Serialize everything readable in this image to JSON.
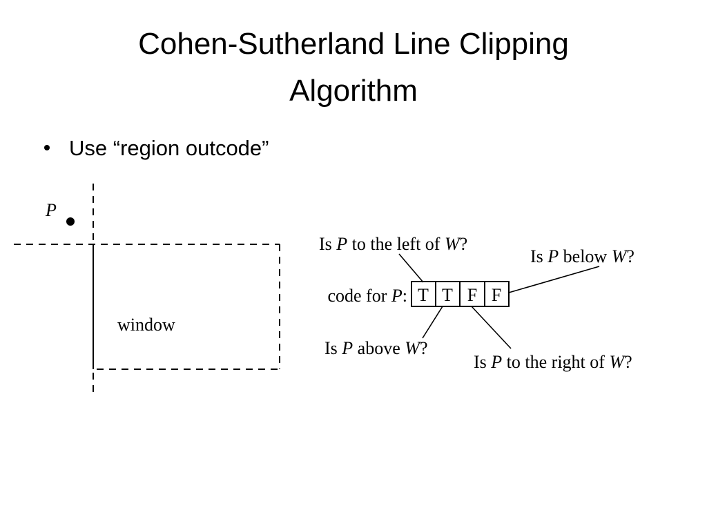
{
  "slide": {
    "title_line1": "Cohen-Sutherland Line Clipping",
    "title_line2": "Algorithm",
    "bullet": "Use “region outcode”"
  },
  "diagram": {
    "point_label": "P",
    "window_label": "window",
    "code_label": {
      "pre": "code for ",
      "var": "P",
      "post": ":"
    },
    "code_bits": [
      "T",
      "T",
      "F",
      "F"
    ],
    "q_left": {
      "pre": "Is ",
      "var1": "P",
      "mid": " to the left of ",
      "var2": "W",
      "post": "?"
    },
    "q_below": {
      "pre": "Is ",
      "var1": "P",
      "mid": " below ",
      "var2": "W",
      "post": "?"
    },
    "q_above": {
      "pre": "Is ",
      "var1": "P",
      "mid": " above ",
      "var2": "W",
      "post": "?"
    },
    "q_right": {
      "pre": "Is ",
      "var1": "P",
      "mid": " to the right of ",
      "var2": "W",
      "post": "?"
    }
  }
}
